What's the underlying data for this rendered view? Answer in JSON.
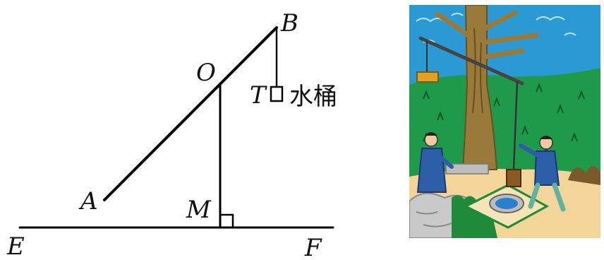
{
  "diagram": {
    "points": {
      "A": "A",
      "B": "B",
      "O": "O",
      "T": "T",
      "M": "M",
      "E": "E",
      "F": "F"
    },
    "bucket_label": "水桶"
  },
  "illustration": {
    "colors": {
      "sky": "#2b9ad4",
      "grass": "#1f9a4a",
      "tree_trunk": "#9a7a3a",
      "ground": "#f3d59a",
      "clothes": "#2d5ea8",
      "water": "#2a7fd0"
    }
  }
}
